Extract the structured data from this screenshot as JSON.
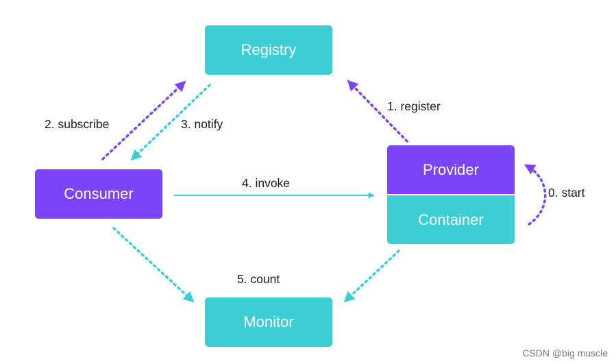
{
  "colors": {
    "teal": "#3DCED5",
    "purple": "#7B44F6",
    "text": "#1a1a1a",
    "watermark": "#7a7a7a"
  },
  "nodes": {
    "registry": "Registry",
    "consumer": "Consumer",
    "provider": "Provider",
    "container": "Container",
    "monitor": "Monitor"
  },
  "edges": {
    "start": "0. start",
    "register": "1. register",
    "subscribe": "2. subscribe",
    "notify": "3. notify",
    "invoke": "4. invoke",
    "count": "5. count"
  },
  "watermark": "CSDN @big muscle"
}
